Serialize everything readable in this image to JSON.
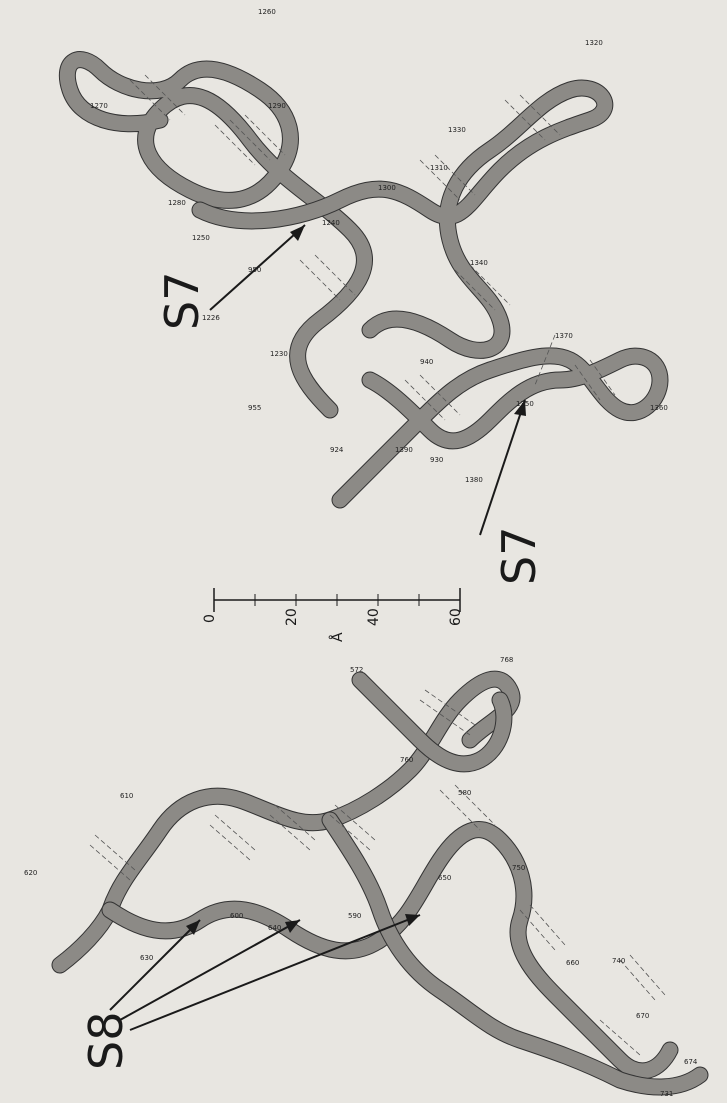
{
  "labels": {
    "s7_upper": "S7",
    "s7_lower": "S7",
    "s8": "S8"
  },
  "scale_bar": {
    "ticks": [
      "0",
      "20",
      "40",
      "60"
    ],
    "unit": "Å"
  },
  "upper_structure": {
    "numbers": [
      "1260",
      "1270",
      "1290",
      "1280",
      "1250",
      "1240",
      "1300",
      "1330",
      "1310",
      "1320",
      "1340",
      "950",
      "1226",
      "1230",
      "955",
      "940",
      "924",
      "1390",
      "930",
      "1380",
      "1350",
      "1370",
      "1360"
    ]
  },
  "lower_structure": {
    "numbers": [
      "572",
      "768",
      "760",
      "580",
      "610",
      "620",
      "630",
      "600",
      "640",
      "590",
      "650",
      "750",
      "660",
      "740",
      "670",
      "674",
      "731"
    ]
  },
  "colors": {
    "ribbon": "#8c8a86",
    "background": "#e8e6e1",
    "ink": "#1a1a1a"
  }
}
